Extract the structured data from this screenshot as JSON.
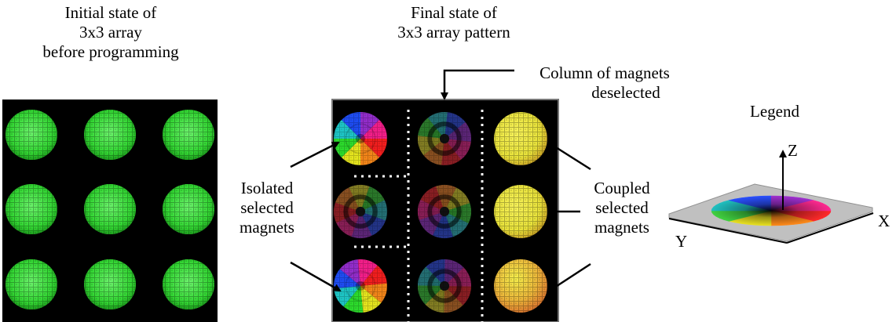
{
  "titles": {
    "initial": [
      "Initial state of",
      "3x3 array",
      "before programming"
    ],
    "final": [
      "Final state of",
      "3x3 array pattern"
    ]
  },
  "annotations": {
    "column_deselected": [
      "Column of magnets",
      "deselected"
    ],
    "isolated": [
      "Isolated",
      "selected",
      "magnets"
    ],
    "coupled": [
      "Coupled",
      "selected",
      "magnets"
    ]
  },
  "legend": {
    "title": "Legend",
    "axis_z": "Z",
    "axis_x": "X",
    "axis_y": "Y"
  },
  "colors": {
    "initial_magnet": "#33d633",
    "coupled_magnet": "#e8e23a",
    "array_background": "#000000",
    "divider": "#ffffff",
    "legend_plane": "#c0c0c0"
  },
  "arrays": {
    "initial": [
      "uniform",
      "uniform",
      "uniform",
      "uniform",
      "uniform",
      "uniform",
      "uniform",
      "uniform",
      "uniform"
    ],
    "final": [
      "vortex-bright",
      "vortex-dim",
      "coupled",
      "vortex-dim",
      "vortex-dim",
      "coupled",
      "vortex-bright",
      "vortex-dim",
      "coupled"
    ]
  }
}
